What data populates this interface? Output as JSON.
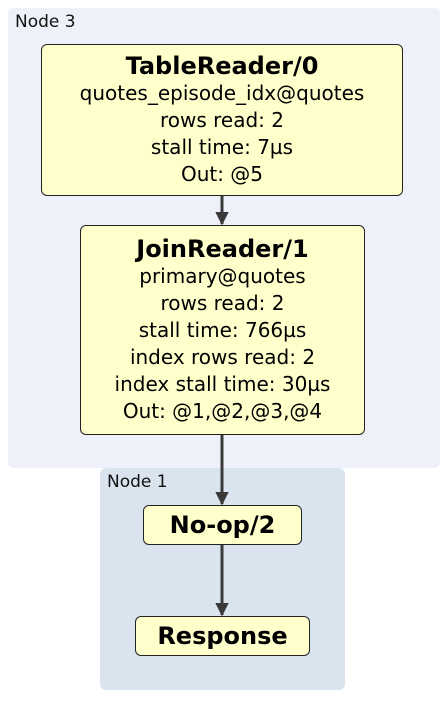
{
  "clusters": {
    "node3": {
      "label": "Node 3",
      "color": "#eef1f9"
    },
    "node1": {
      "label": "Node 1",
      "color": "#dae4ef"
    }
  },
  "processors": {
    "table_reader": {
      "title": "TableReader/0",
      "lines": [
        "quotes_episode_idx@quotes",
        "rows read: 2",
        "stall time: 7µs",
        "Out: @5"
      ]
    },
    "join_reader": {
      "title": "JoinReader/1",
      "lines": [
        "primary@quotes",
        "rows read: 2",
        "stall time: 766µs",
        "index rows read: 2",
        "index stall time: 30µs",
        "Out: @1,@2,@3,@4"
      ]
    },
    "noop": {
      "title": "No-op/2"
    },
    "response": {
      "title": "Response"
    }
  },
  "colors": {
    "processor_fill": "#ffffcc",
    "processor_border": "#222222",
    "edge": "#3a3a3a"
  }
}
